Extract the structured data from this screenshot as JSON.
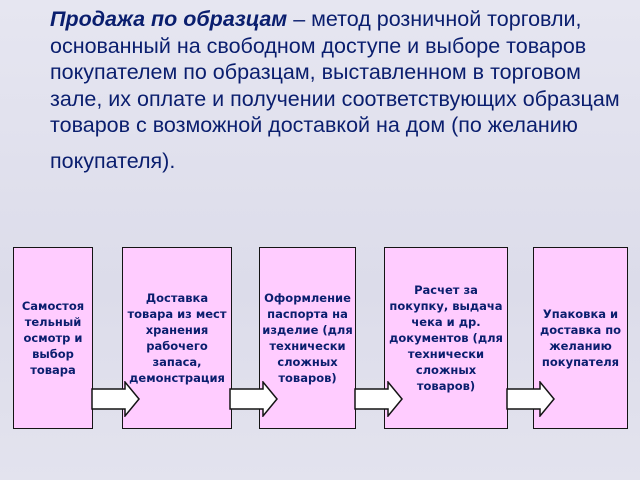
{
  "definition": {
    "term": "Продажа по образцам",
    "text": " – метод розничной торговли, основанный на свободном доступе и выборе товаров покупателем по образцам, выставленном в торговом зале, их оплате и получении соответствующих образцам товаров с возможной доставкой на дом (по желанию",
    "tail": "покупателя)."
  },
  "steps": [
    {
      "label": "Самостоя\nтельный\nосмотр и\nвыбор\nтовара"
    },
    {
      "label": "Доставка\nтовара из мест\nхранения\nрабочего\nзапаса,\nдемонстрация"
    },
    {
      "label": "Оформление\nпаспорта на\nизделие (для\nтехнически\nсложных\nтоваров)"
    },
    {
      "label": "Расчет за\nпокупку, выдача\nчека и др.\nдокументов  (для\nтехнически\nсложных\nтоваров)"
    },
    {
      "label": "Упаковка и\nдоставка по\nжеланию\nпокупателя"
    }
  ],
  "colors": {
    "text": "#0a1e6e",
    "box_fill": "#ffccff",
    "box_border": "#141414"
  }
}
